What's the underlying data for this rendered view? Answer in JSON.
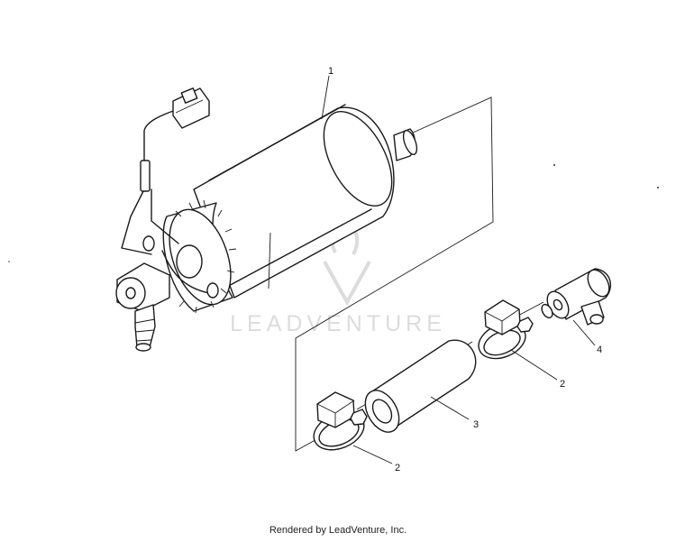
{
  "watermark": {
    "brand": "LEADVENTURE",
    "color": "#dcdcdc"
  },
  "callouts": [
    {
      "id": "fuel-pump",
      "label": "1"
    },
    {
      "id": "hose-clamp-upper",
      "label": "2"
    },
    {
      "id": "hose",
      "label": "3"
    },
    {
      "id": "hose-clamp-lower",
      "label": "2"
    },
    {
      "id": "tee-fitting",
      "label": "4"
    }
  ],
  "footer": {
    "text": "Rendered by LeadVenture, Inc."
  }
}
